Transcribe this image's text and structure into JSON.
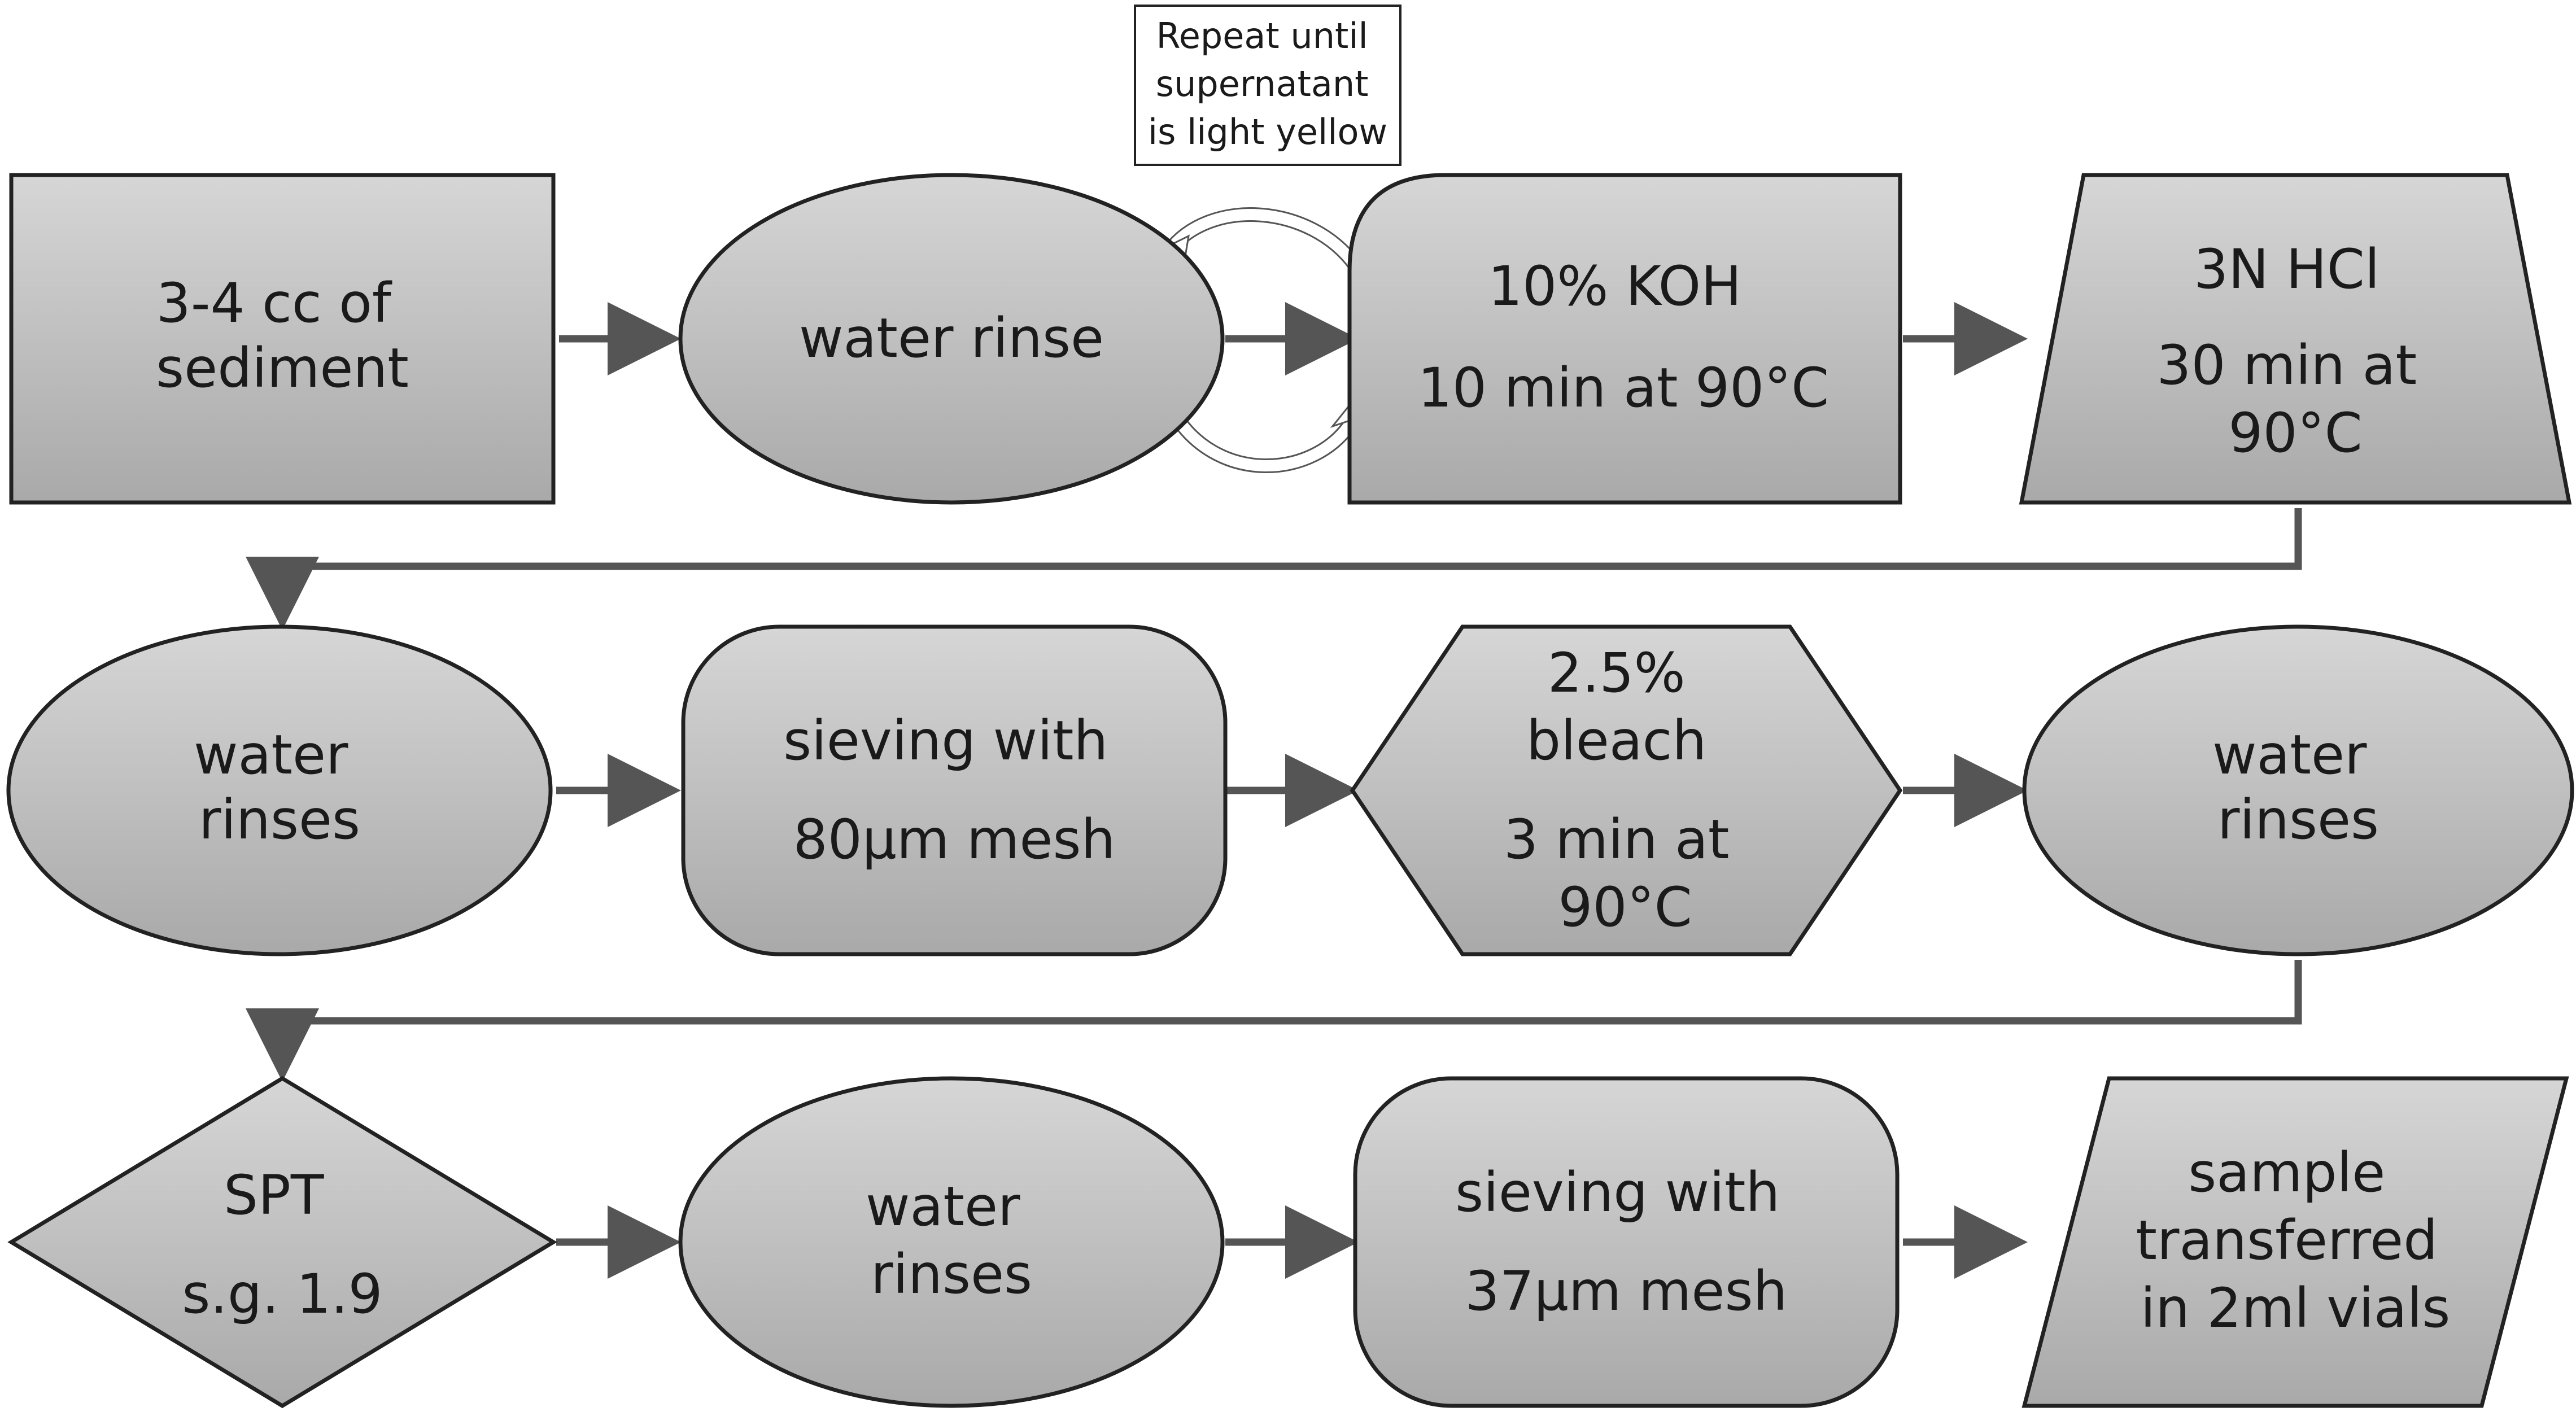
{
  "nodes": {
    "sediment": {
      "lines": [
        "3-4 cc of",
        "sediment"
      ]
    },
    "water_rinse_1": {
      "lines": [
        "water rinse"
      ]
    },
    "koh": {
      "lines": [
        "10% KOH",
        "10 min at 90°C"
      ]
    },
    "hcl": {
      "lines": [
        "3N HCl",
        "30 min at",
        "90°C"
      ]
    },
    "water_rinses_2": {
      "lines": [
        "water",
        "rinses"
      ]
    },
    "sieve_80": {
      "lines": [
        "sieving with",
        "80µm mesh"
      ]
    },
    "bleach": {
      "lines": [
        "2.5%",
        "bleach",
        "3 min at",
        "90°C"
      ]
    },
    "water_rinses_3": {
      "lines": [
        "water",
        "rinses"
      ]
    },
    "spt": {
      "lines": [
        "SPT",
        "s.g. 1.9"
      ]
    },
    "water_rinses_4": {
      "lines": [
        "water",
        "rinses"
      ]
    },
    "sieve_37": {
      "lines": [
        "sieving with",
        "37µm mesh"
      ]
    },
    "sample": {
      "lines": [
        "sample",
        "transferred",
        "in 2ml vials"
      ]
    }
  },
  "repeat_note": {
    "lines": [
      "Repeat until",
      "supernatant",
      "is light yellow"
    ]
  },
  "colors": {
    "node_fill_light": "#d6d6d6",
    "node_fill_dark": "#a9a9a9",
    "stroke": "#222222",
    "connector": "#555555"
  }
}
